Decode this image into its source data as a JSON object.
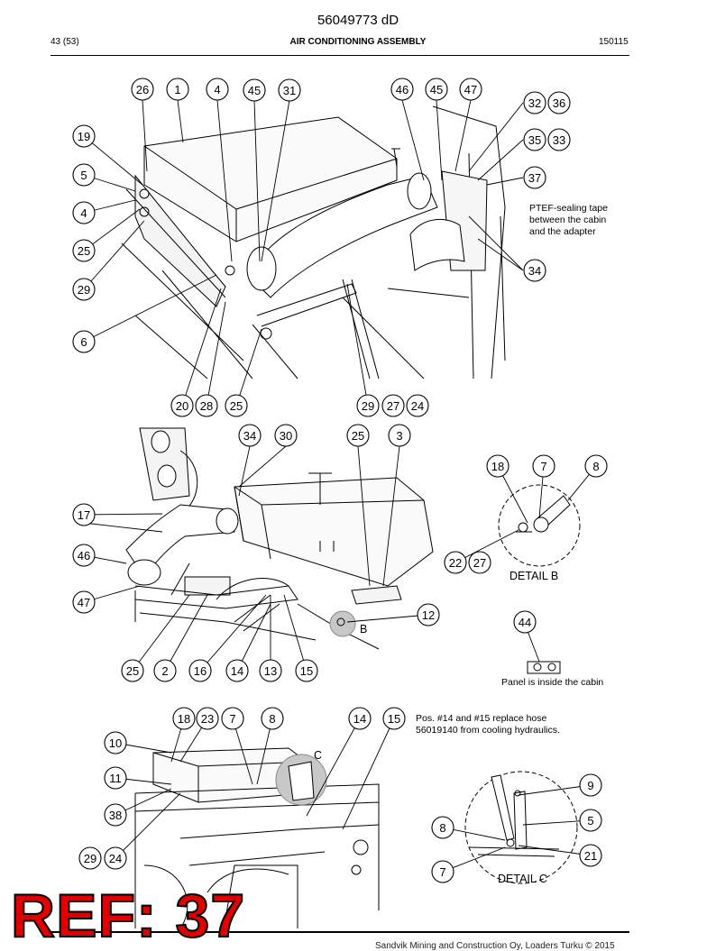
{
  "header": {
    "doc_id": "56049773 dD",
    "page": "43 (53)",
    "title": "AIR CONDITIONING ASSEMBLY",
    "date": "150115"
  },
  "notes": {
    "ptef": [
      "PTEF-sealing tape",
      "between the cabin",
      "and the adapter"
    ],
    "panel": "Panel is inside the cabin",
    "replace": [
      "Pos. #14 and #15 replace hose",
      "56019140 from cooling hydraulics."
    ]
  },
  "details": {
    "b_label": "DETAIL B",
    "c_label": "DETAIL C",
    "b_marker": "B",
    "c_marker": "C"
  },
  "callouts": {
    "view1": [
      "26",
      "1",
      "4",
      "45",
      "31",
      "46",
      "45",
      "47",
      "32",
      "36",
      "35",
      "33",
      "37",
      "19",
      "5",
      "4",
      "25",
      "29",
      "6",
      "34",
      "20",
      "28",
      "25",
      "29",
      "27",
      "24"
    ],
    "view2": [
      "34",
      "30",
      "25",
      "3",
      "17",
      "46",
      "47",
      "12",
      "25",
      "2",
      "16",
      "14",
      "13",
      "15"
    ],
    "detail_b": [
      "18",
      "7",
      "8",
      "22",
      "27"
    ],
    "panel": [
      "44"
    ],
    "view3": [
      "18",
      "23",
      "7",
      "8",
      "14",
      "15",
      "10",
      "11",
      "38",
      "29",
      "24"
    ],
    "detail_c": [
      "9",
      "5",
      "8",
      "21",
      "7"
    ]
  },
  "footer": "Sandvik Mining and Construction Oy, Loaders Turku © 2015",
  "stamp": "REF: 37"
}
